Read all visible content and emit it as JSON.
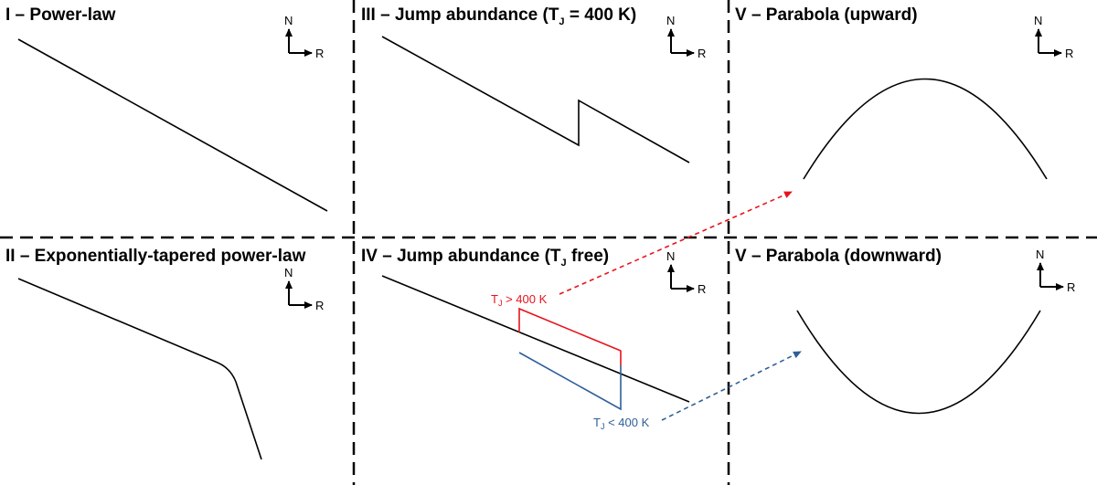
{
  "panels": [
    {
      "id": "I",
      "title": "I – Power-law"
    },
    {
      "id": "II",
      "title": "II – Exponentially-tapered power-law"
    },
    {
      "id": "III",
      "title_prefix": "III – Jump abundance (T",
      "title_sub": "J",
      "title_suffix": " = 400 K)"
    },
    {
      "id": "IV",
      "title_prefix": "IV – Jump abundance (T",
      "title_sub": "J",
      "title_suffix": " free)"
    },
    {
      "id": "V-up",
      "title": "V – Parabola (upward)"
    },
    {
      "id": "V-down",
      "title": "V – Parabola (downward)"
    }
  ],
  "axes": {
    "y_label": "N",
    "x_label": "R"
  },
  "annotations": {
    "above": {
      "prefix": "T",
      "sub": "J",
      "suffix": " > 400 K"
    },
    "below": {
      "prefix": "T",
      "sub": "J",
      "suffix": " < 400 K"
    }
  },
  "colors": {
    "above": "#e8131b",
    "below": "#2e5f99",
    "line": "#000000",
    "divider": "#000000"
  }
}
